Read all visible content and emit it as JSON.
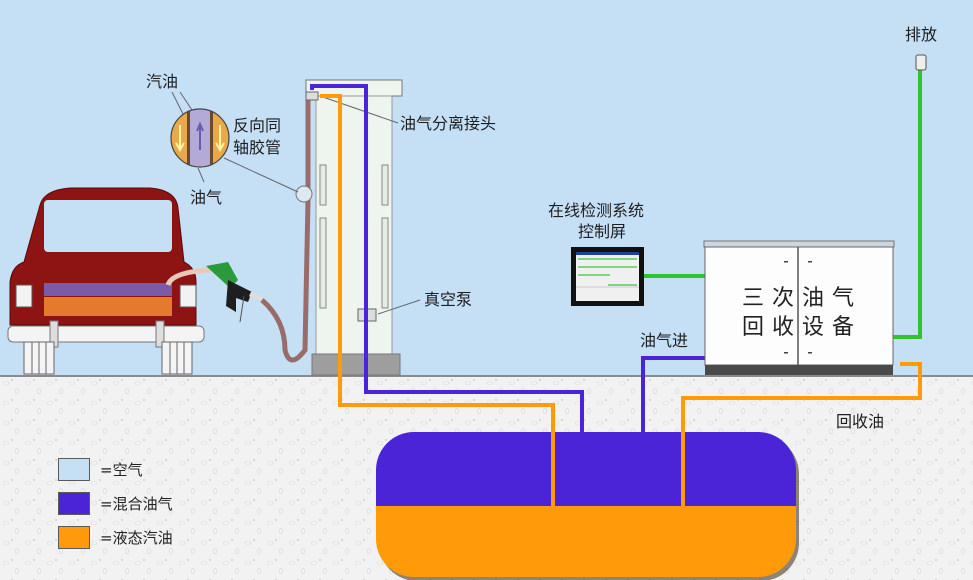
{
  "diagram": {
    "topic": "gas station three-stage vapor recovery system",
    "labels": {
      "gasoline": "汽油",
      "reverse_coaxial_hose_line1": "反向同",
      "reverse_coaxial_hose_line2": "轴胶管",
      "vapor": "油气",
      "vapor_separation_joint": "油气分离接头",
      "vacuum_pump": "真空泵",
      "online_monitoring_line1": "在线检测系统",
      "online_monitoring_line2": "控制屏",
      "vapor_inlet": "油气进",
      "recovered_oil": "回收油",
      "exhaust": "排放",
      "equipment_line1": "三次油气",
      "equipment_line2": "回收设备"
    },
    "legend": [
      {
        "label": "=空气",
        "meaning": "air",
        "color": "#c5dff5"
      },
      {
        "label": "=混合油气",
        "meaning": "mixed vapor",
        "color": "#4a24d6"
      },
      {
        "label": "=液态汽油",
        "meaning": "liquid gasoline",
        "color": "#ff9a0a"
      }
    ],
    "colors": {
      "sky": "#c5dff5",
      "vapor_pipe": "#4a24d6",
      "gasoline_pipe": "#ff9a0a",
      "exhaust_pipe": "#2fc42f",
      "car_body": "#8e1414"
    }
  }
}
